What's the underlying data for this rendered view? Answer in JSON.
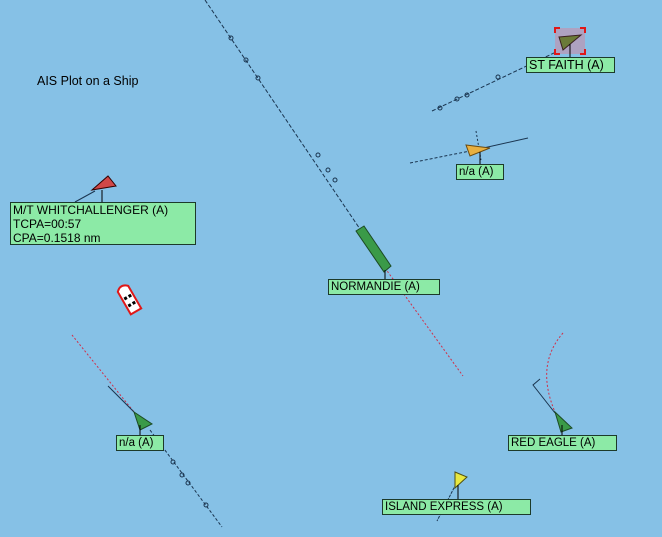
{
  "title": "AIS Plot on a Ship",
  "colors": {
    "sea": "#86c1e6",
    "label": "#8ceaa6",
    "track": "#1a3550",
    "predicted": "#d0304a"
  },
  "targets": [
    {
      "name": "M/T WHITCHALLENGER (A)",
      "tcpa": "TCPA=00:57",
      "cpa": "CPA=0.1518 nm"
    },
    {
      "name": "ST FAITH (A)"
    },
    {
      "name": "n/a (A)"
    },
    {
      "name": "NORMANDIE (A)"
    },
    {
      "name": "n/a (A)"
    },
    {
      "name": "RED EAGLE (A)"
    },
    {
      "name": "ISLAND EXPRESS (A)"
    }
  ]
}
